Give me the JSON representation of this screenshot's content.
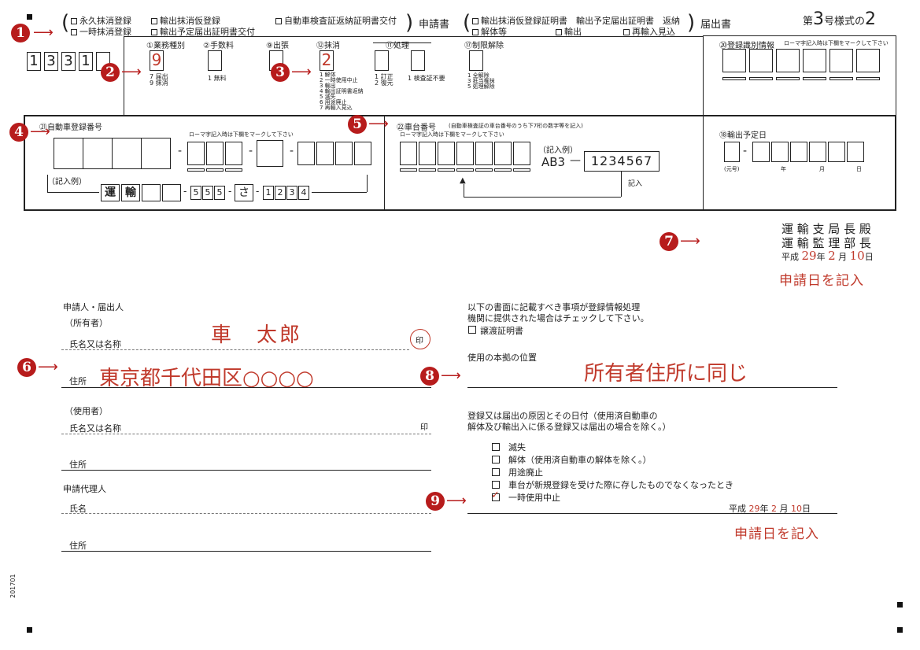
{
  "header": {
    "opt1": "永久抹消登録",
    "opt2": "一時抹消登録",
    "opt3": "輸出抹消仮登録",
    "opt4": "輸出予定届出証明書交付",
    "opt5": "自動車検査証返納証明書交付",
    "shinseisho": "申請書",
    "opt6": "輸出抹消仮登録証明書　輸出予定届出証明書　返納",
    "opt7": "解体等",
    "opt8": "輸出",
    "opt9": "再輸入見込",
    "todokedesho": "届出書",
    "form_prefix": "第",
    "form_num": "3",
    "form_mid": "号様式の",
    "form_sub": "2"
  },
  "code_digits": [
    "1",
    "3",
    "3",
    "1",
    ""
  ],
  "fields_top": {
    "gyomu_label": "①業務種別",
    "gyomu_value": "9",
    "gyomu_note": "7 届出\n9 抹消",
    "tesuryo_label": "②手数料",
    "tesuryo_note": "1 無料",
    "shutcho_label": "⑨出張",
    "massho_label": "⑫抹消",
    "massho_value": "2",
    "massho_note": "1 解体\n2 一時使用中止\n3 輸出\n4 輸出証明書返納\n5 滅失\n6 用途廃止\n7 再輸入見込",
    "shori_label": "⑪処理",
    "shori_note1": "1 訂正\n2 復元",
    "shori_note2": "1 検査証不要",
    "seigen_label": "⑰制限解除",
    "seigen_note": "1 全解除\n3 抵当権抹\n5 処理解除",
    "toroku_label": "⑳登録識別情報",
    "toroku_note": "ローマ字記入時は下欄をマークして下さい"
  },
  "mid": {
    "jidosha_label": "㉑自動車登録番号",
    "jidosha_note": "ローマ字記入時は下欄をマークして下さい",
    "example_label": "（記入例）",
    "example_c1": "運",
    "example_c2": "輸",
    "example_n1": [
      "5",
      "5",
      "5"
    ],
    "example_kana": "さ",
    "example_n2": [
      "1",
      "2",
      "3",
      "4"
    ],
    "shadai_label": "㉒車台番号",
    "shadai_note": "(自動車検査証の車台番号のうち下7桁の数字等を記入)",
    "shadai_note2": "ローマ字記入時は下欄をマークして下さい",
    "shadai_example_label": "（記入例）",
    "shadai_example_prefix": "AB3",
    "shadai_example_value": "1234567",
    "kinyu": "記入",
    "yushutsu_label": "⑱輸出予定日",
    "gengo": "(元号)",
    "year": "年",
    "month": "月",
    "day": "日"
  },
  "addressee": {
    "line1": "運 輸 支 局 長 殿",
    "line2": "運 輸 監 理 部 長",
    "era": "平成",
    "date_y": "29",
    "y": "年",
    "date_m": "2",
    "m": "月",
    "date_d": "10",
    "d": "日",
    "note": "申請日を記入"
  },
  "applicant": {
    "section": "申請人・届出人",
    "owner": "（所有者）",
    "name_label": "氏名又は名称",
    "name_value": "車　太郎",
    "seal": "印",
    "addr_label": "住所",
    "addr_value": "東京都千代田区○○○○",
    "user": "（使用者）",
    "user_name_label": "氏名又は名称",
    "user_seal": "印",
    "user_addr_label": "住所",
    "agent": "申請代理人",
    "agent_name_label": "氏名",
    "agent_addr_label": "住所"
  },
  "right": {
    "info1": "以下の書面に記載すべき事項が登録情報処理",
    "info2": "機関に提供された場合はチェックして下さい。",
    "joto": "譲渡証明書",
    "honkyo_label": "使用の本拠の位置",
    "honkyo_value": "所有者住所に同じ",
    "cause1": "登録又は届出の原因とその日付（使用済自動車の",
    "cause2": "解体及び輸出入に係る登録又は届出の場合を除く。）",
    "c1": "滅失",
    "c2": "解体（使用済自動車の解体を除く。）",
    "c3": "用途廃止",
    "c4": "車台が新規登録を受けた際に存したものでなくなったとき",
    "c5": "一時使用中止",
    "era": "平成",
    "date_y": "29",
    "y": "年",
    "date_m": "2",
    "m": "月",
    "date_d": "10",
    "d": "日",
    "note": "申請日を記入"
  },
  "badges": [
    "1",
    "2",
    "3",
    "4",
    "5",
    "6",
    "7",
    "8",
    "9"
  ],
  "side_code": "201701",
  "colors": {
    "accent": "#b71c1c",
    "handwriting": "#c0392b"
  }
}
